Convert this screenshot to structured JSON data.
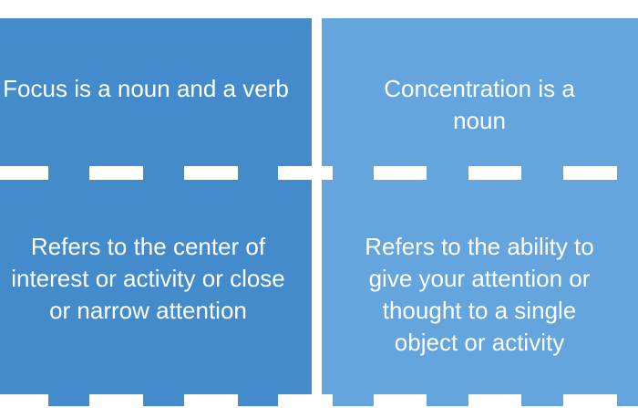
{
  "left": {
    "heading": "Focus is a noun and a verb",
    "definition": "Refers to the center of interest or activity or close or narrow attention",
    "color": "#438bca"
  },
  "right": {
    "heading": "Concentration is a noun",
    "definition": "Refers to the ability to give your attention or thought to a single object or activity",
    "color": "#64a5dd"
  }
}
